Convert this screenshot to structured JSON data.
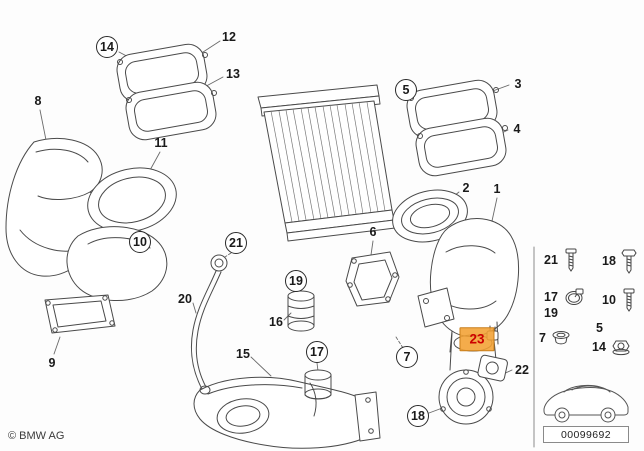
{
  "diagram": {
    "type": "exploded-parts-diagram",
    "line_color": "#4a4a4a",
    "highlight_color": "#f2a032",
    "highlight_text_color": "#cc0000"
  },
  "callouts": [
    {
      "label": "1",
      "style": "plain"
    },
    {
      "label": "2",
      "style": "plain"
    },
    {
      "label": "3",
      "style": "plain"
    },
    {
      "label": "4",
      "style": "plain"
    },
    {
      "label": "5",
      "style": "circled"
    },
    {
      "label": "6",
      "style": "plain"
    },
    {
      "label": "7",
      "style": "circled"
    },
    {
      "label": "8",
      "style": "plain"
    },
    {
      "label": "9",
      "style": "plain"
    },
    {
      "label": "10",
      "style": "circled"
    },
    {
      "label": "11",
      "style": "plain"
    },
    {
      "label": "12",
      "style": "plain"
    },
    {
      "label": "13",
      "style": "plain"
    },
    {
      "label": "14",
      "style": "circled"
    },
    {
      "label": "15",
      "style": "plain"
    },
    {
      "label": "16",
      "style": "plain"
    },
    {
      "label": "17",
      "style": "circled"
    },
    {
      "label": "18",
      "style": "circled"
    },
    {
      "label": "19",
      "style": "circled"
    },
    {
      "label": "20",
      "style": "plain"
    },
    {
      "label": "21",
      "style": "circled"
    },
    {
      "label": "22",
      "style": "plain"
    },
    {
      "label": "23",
      "style": "highlighted"
    }
  ],
  "sidebar": {
    "items": [
      {
        "label": "21",
        "icon": "screw"
      },
      {
        "label": "18",
        "icon": "bolt"
      },
      {
        "label": "17",
        "icon": "hose-clamp"
      },
      {
        "label": "19",
        "icon": "none"
      },
      {
        "label": "10",
        "icon": "screw"
      },
      {
        "label": "7",
        "icon": "grommet"
      },
      {
        "label": "5",
        "icon": "none"
      },
      {
        "label": "14",
        "icon": "flange-nut"
      }
    ]
  },
  "footer": {
    "copyright": "© BMW AG",
    "diagram_number": "00099692"
  }
}
